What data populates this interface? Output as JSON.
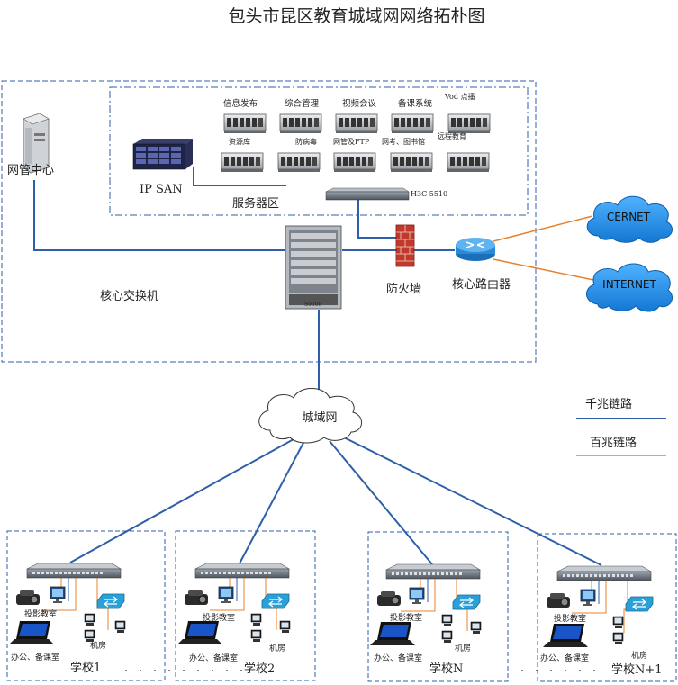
{
  "title": "包头市昆区教育城域网网络拓朴图",
  "nodes": {
    "nms": "网管中心",
    "ipsan": "IP SAN",
    "server_area": "服务器区",
    "core_switch": "核心交换机",
    "core_switch_model": "S9508",
    "firewall": "防火墙",
    "core_router": "核心路由器",
    "server_switch": "H3C 5510",
    "man": "城域网",
    "cernet": "CERNET",
    "internet": "INTERNET"
  },
  "servers_top": [
    "信息发布",
    "综合管理",
    "视频会议",
    "备课系统",
    "Vod 点播"
  ],
  "servers_bottom": [
    "资源库",
    "防病毒",
    "网管及FTP",
    "网考、图书馆",
    "远程教育"
  ],
  "legend": {
    "gigabit": "千兆链路",
    "fast": "百兆链路"
  },
  "colors": {
    "gigabit": "#2e5fa8",
    "fast": "#e8802a",
    "dashed_border": "#2e5fa8",
    "cloud_blue": "#1e8ae0"
  },
  "schools": [
    {
      "name": "学校1",
      "proj": "投影教室",
      "office": "办公、备课室",
      "lab": "机房"
    },
    {
      "name": "学校2",
      "proj": "投影教室",
      "office": "办公、备课室",
      "lab": "机房"
    },
    {
      "name": "学校N",
      "proj": "投影教室",
      "office": "办公、备课室",
      "lab": "机房"
    },
    {
      "name": "学校N+1",
      "proj": "投影教室",
      "office": "办公、备课室",
      "lab": "机房"
    }
  ]
}
